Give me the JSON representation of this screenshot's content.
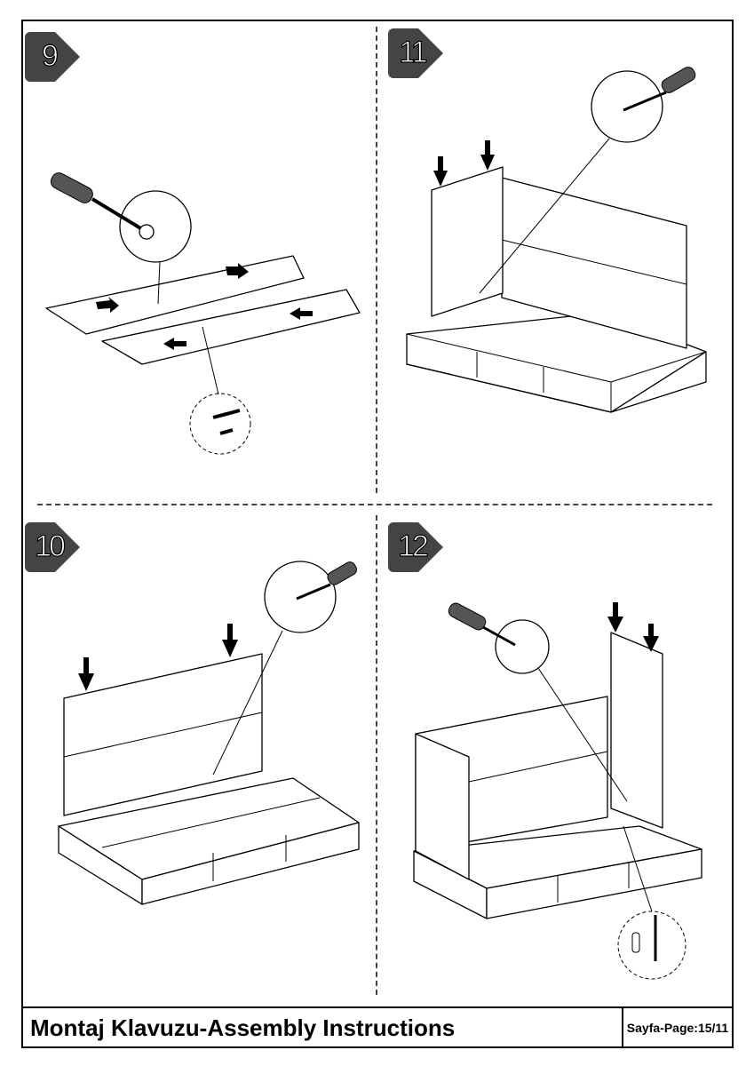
{
  "steps": [
    {
      "number": "9",
      "position": "top-left"
    },
    {
      "number": "11",
      "position": "top-right"
    },
    {
      "number": "10",
      "position": "bottom-left"
    },
    {
      "number": "12",
      "position": "bottom-right"
    }
  ],
  "footer": {
    "title": "Montaj Klavuzu-Assembly Instructions",
    "page": "Sayfa-Page:15/11"
  },
  "colors": {
    "badge": "#444444",
    "line": "#000000"
  }
}
